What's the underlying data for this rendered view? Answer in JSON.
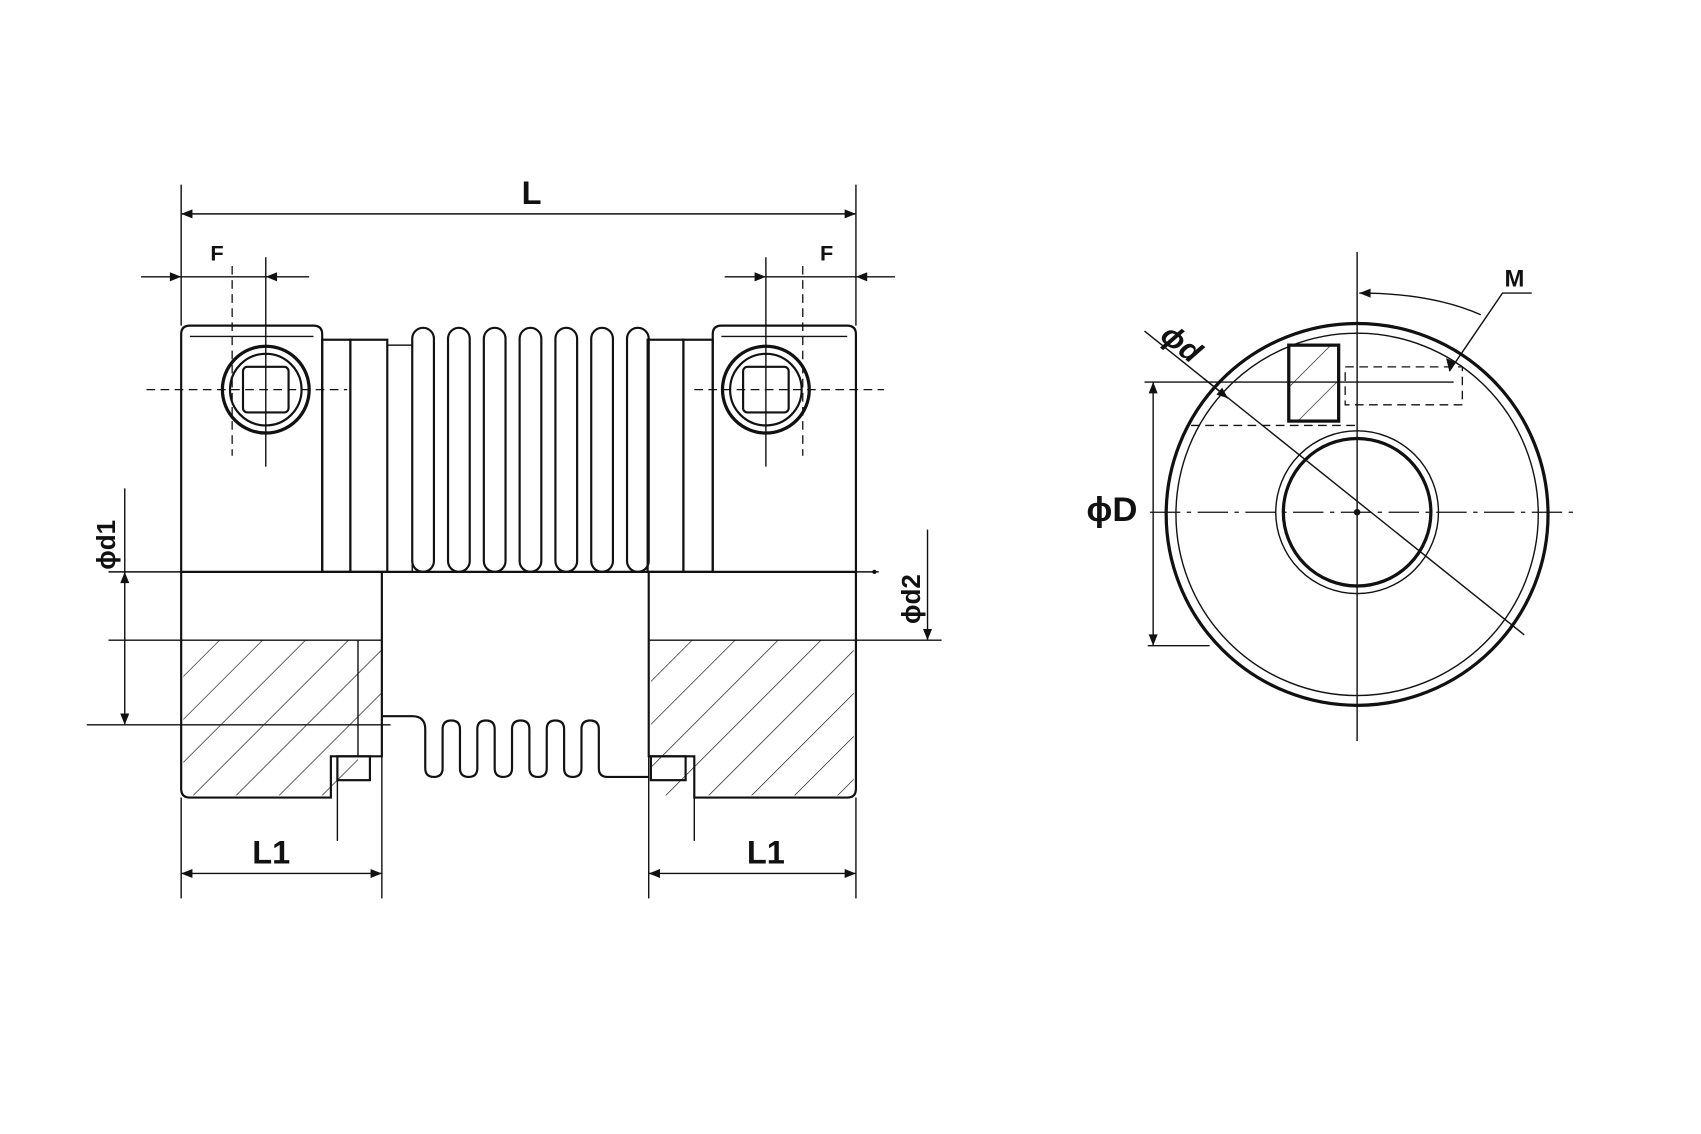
{
  "side_view": {
    "overall_length": "L",
    "screw_offset_left": "F",
    "screw_offset_right": "F",
    "bore_left": "ϕd1",
    "bore_right": "ϕd2",
    "hub_length_left": "L1",
    "hub_length_right": "L1"
  },
  "end_view": {
    "screw": "M",
    "bore": "ϕd",
    "outer_diameter": "ϕD"
  }
}
